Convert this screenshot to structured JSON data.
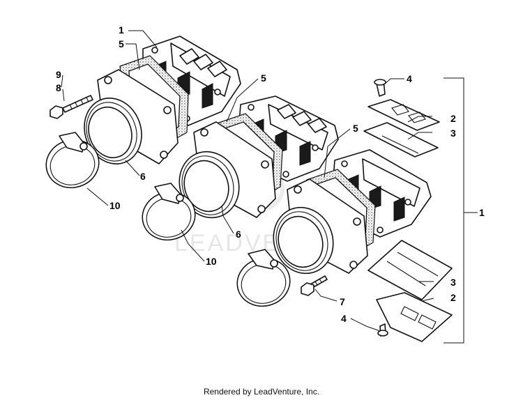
{
  "diagram": {
    "watermark": "LEADVENTURE",
    "callouts": {
      "c1_top": "1",
      "c1_right": "1",
      "c2_top": "2",
      "c2_bottom": "2",
      "c3_top": "3",
      "c3_bottom": "3",
      "c4_top": "4",
      "c4_bottom": "4",
      "c5_left": "5",
      "c5_mid": "5",
      "c5_right": "5",
      "c6_left": "6",
      "c6_mid": "6",
      "c7": "7",
      "c8": "8",
      "c9": "9",
      "c10_left": "10",
      "c10_mid": "10"
    }
  },
  "footer": {
    "text": "Rendered by LeadVenture, Inc."
  }
}
